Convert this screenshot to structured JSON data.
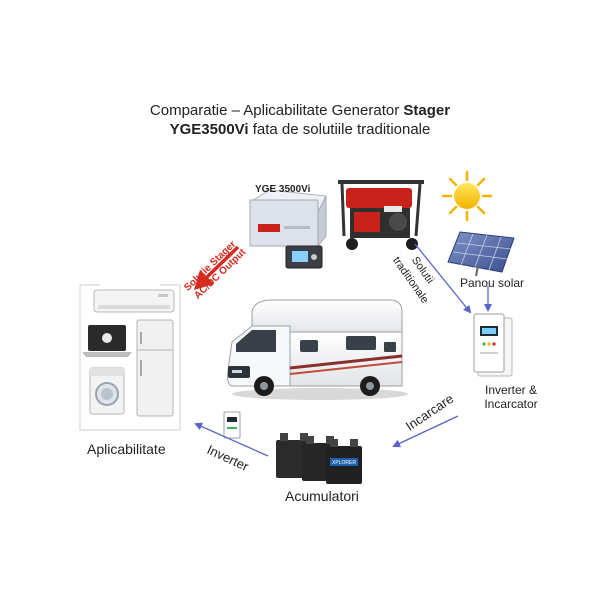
{
  "title": {
    "line1_prefix": "Comparatie – Aplicabilitate Generator ",
    "line1_bold": "Stager",
    "line2_bold": "YGE3500Vi",
    "line2_rest": " fata de solutiile traditionale"
  },
  "labels": {
    "yge_model": "YGE 3500Vi",
    "stager_arrow_line1": "Solutie Stager",
    "stager_arrow_line2": "AC/DC Output",
    "traditional_line1": "Solutii",
    "traditional_line2": "traditionale",
    "solar_panel": "Panou solar",
    "inverter_charger_line1": "Inverter &",
    "inverter_charger_line2": "Incarcator",
    "charging": "Incarcare",
    "batteries": "Acumulatori",
    "inverter": "Inverter",
    "applicability": "Aplicabilitate",
    "battery_brand": "XPLORER"
  },
  "icons": {
    "sun": "sun-icon",
    "solar_panel": "solar-panel-icon",
    "generator": "generator-icon",
    "yge_unit": "yge-generator-unit-icon",
    "inverter_charger": "inverter-charger-icon",
    "battery": "battery-icon",
    "small_inverter": "inverter-icon",
    "motorhome": "motorhome-icon",
    "air_conditioner": "air-conditioner-icon",
    "laptop": "laptop-icon",
    "fridge": "fridge-icon",
    "washing_machine": "washing-machine-icon"
  },
  "colors": {
    "stager_accent": "#d42a1f",
    "flow_arrow": "#5a63c8",
    "generator_red": "#c8231b"
  }
}
